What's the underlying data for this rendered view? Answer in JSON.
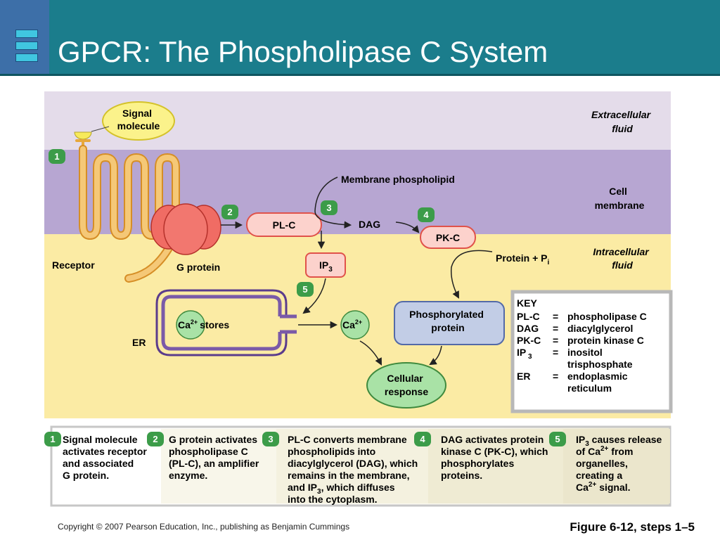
{
  "slide": {
    "title": "GPCR: The Phospholipase C System",
    "copyright": "Copyright © 2007 Pearson Education, Inc., publishing as Benjamin Cummings",
    "figure": "Figure 6-12, steps 1–5"
  },
  "regions": {
    "extracellular": [
      "Extracellular",
      "fluid"
    ],
    "membrane": [
      "Cell",
      "membrane"
    ],
    "intracellular": [
      "Intracellular",
      "fluid"
    ]
  },
  "labels": {
    "signal": [
      "Signal",
      "molecule"
    ],
    "receptor": "Receptor",
    "g_protein": "G protein",
    "membrane_phospholipid": "Membrane phospholipid",
    "plc": "PL-C",
    "dag": "DAG",
    "pkc": "PK-C",
    "ip3_base": "IP",
    "ip3_sub": "3",
    "protein_pi_base": "Protein + P",
    "protein_pi_sub": "i",
    "phosphorylated": [
      "Phosphorylated",
      "protein"
    ],
    "ca_base": "Ca",
    "ca_sup": "2+",
    "stores": "stores",
    "er": "ER",
    "cellular_response": [
      "Cellular",
      "response"
    ]
  },
  "step_badges": [
    "1",
    "2",
    "3",
    "4",
    "5"
  ],
  "key": {
    "heading": "KEY",
    "entries": [
      {
        "abbr": "PL-C",
        "sub": "",
        "eq": "=",
        "lines": [
          "phospholipase C"
        ]
      },
      {
        "abbr": "DAG",
        "sub": "",
        "eq": "=",
        "lines": [
          "diacylglycerol"
        ]
      },
      {
        "abbr": "PK-C",
        "sub": "",
        "eq": "=",
        "lines": [
          "protein kinase C"
        ]
      },
      {
        "abbr": "IP",
        "sub": "3",
        "eq": "=",
        "lines": [
          "inositol",
          "trisphosphate"
        ]
      },
      {
        "abbr": "ER",
        "sub": "",
        "eq": "=",
        "lines": [
          "endoplasmic",
          "reticulum"
        ]
      }
    ]
  },
  "steps": [
    {
      "num": "1",
      "lines": [
        [
          [
            "Signal molecule",
            ""
          ]
        ],
        [
          [
            "activates receptor",
            ""
          ]
        ],
        [
          [
            "and associated",
            ""
          ]
        ],
        [
          [
            "G protein.",
            ""
          ]
        ]
      ]
    },
    {
      "num": "2",
      "lines": [
        [
          [
            "G protein activates",
            ""
          ]
        ],
        [
          [
            "phospholipase C",
            ""
          ]
        ],
        [
          [
            "(PL-C), an amplifier",
            ""
          ]
        ],
        [
          [
            "enzyme.",
            ""
          ]
        ]
      ]
    },
    {
      "num": "3",
      "lines": [
        [
          [
            "PL-C converts membrane",
            ""
          ]
        ],
        [
          [
            "phospholipids into",
            ""
          ]
        ],
        [
          [
            "diacylglycerol (DAG), which",
            ""
          ]
        ],
        [
          [
            "remains in the membrane,",
            ""
          ]
        ],
        [
          [
            "and IP",
            ""
          ],
          [
            "3",
            "sub"
          ],
          [
            ", which diffuses",
            ""
          ]
        ],
        [
          [
            "into the cytoplasm.",
            ""
          ]
        ]
      ]
    },
    {
      "num": "4",
      "lines": [
        [
          [
            "DAG activates protein",
            ""
          ]
        ],
        [
          [
            "kinase C (PK-C), which",
            ""
          ]
        ],
        [
          [
            "phosphorylates",
            ""
          ]
        ],
        [
          [
            "proteins.",
            ""
          ]
        ]
      ]
    },
    {
      "num": "5",
      "lines": [
        [
          [
            "IP",
            ""
          ],
          [
            "3",
            "sub"
          ],
          [
            " causes release",
            ""
          ]
        ],
        [
          [
            "of Ca",
            ""
          ],
          [
            "2+",
            "sup"
          ],
          [
            " from",
            ""
          ]
        ],
        [
          [
            "organelles,",
            ""
          ]
        ],
        [
          [
            "creating a",
            ""
          ]
        ],
        [
          [
            "Ca",
            ""
          ],
          [
            "2+",
            "sup"
          ],
          [
            " signal.",
            ""
          ]
        ]
      ]
    }
  ],
  "colors": {
    "header": "#1b7d8c",
    "extracellular": "#e4dcea",
    "membrane": "#b7a6d2",
    "intracellular": "#fbeba4",
    "badge": "#3c9c49",
    "enzyme_fill": "#fcd2cc",
    "enzyme_stroke": "#e0524a",
    "green_node": "#a9e2a6",
    "receptor": "#f5c877",
    "g_protein": "#f06c64",
    "er": "#7a5aa8"
  }
}
